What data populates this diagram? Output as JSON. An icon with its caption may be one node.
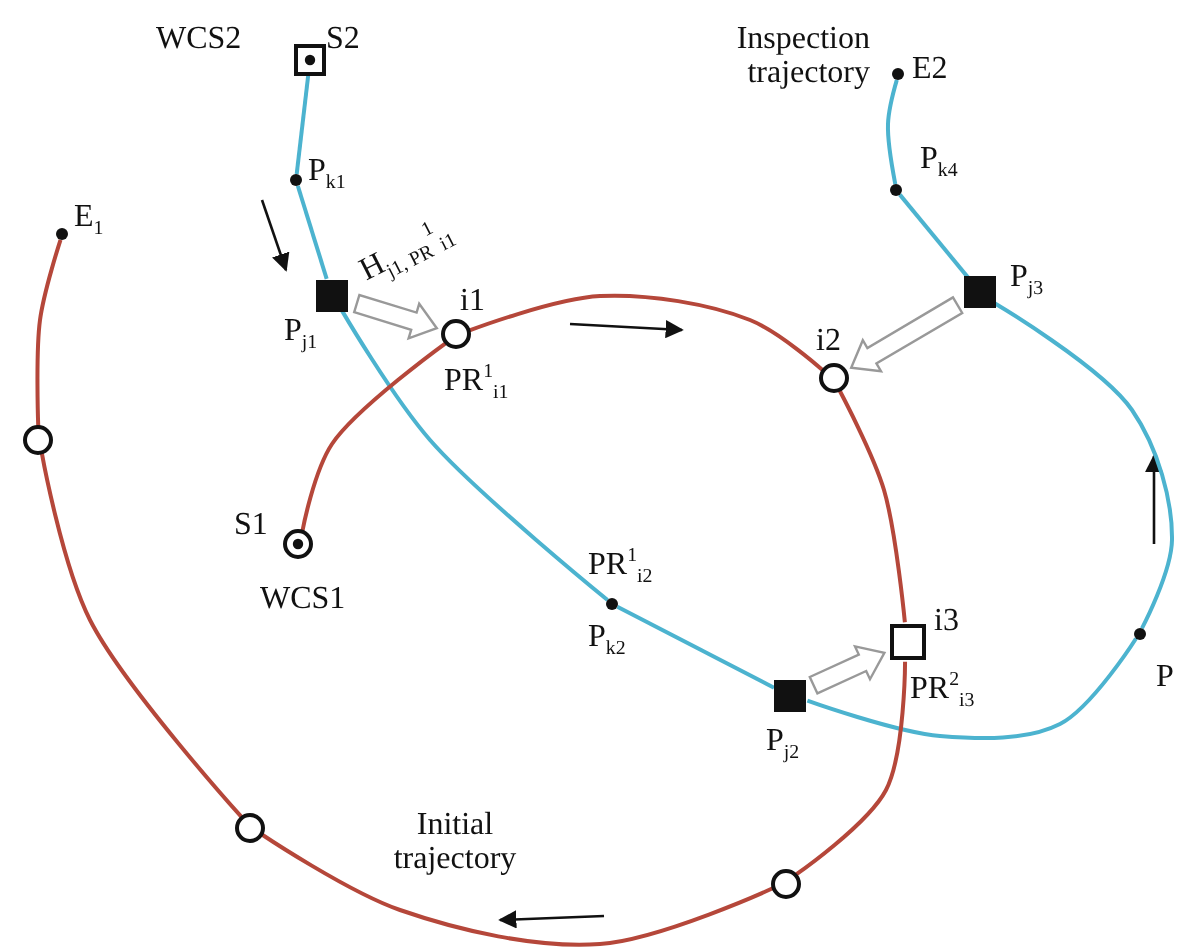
{
  "diagram": {
    "nodes": [
      {
        "text": [
          "WCS2",
          "S2"
        ]
      },
      {
        "text": [
          "P$_{k1}$"
        ]
      },
      {
        "text": [
          "P$_{j1}$"
        ]
      },
      {
        "text": [
          "i1",
          "PR$^{1}$$_{i1}$"
        ]
      },
      {
        "text": [
          "i2"
        ]
      },
      {
        "text": [
          "P$_{j3}$"
        ]
      },
      {
        "text": [
          "P$_{k4}$"
        ]
      },
      {
        "text": [
          "E2"
        ]
      },
      {
        "text": [
          "S1",
          "WCS1"
        ]
      },
      {
        "text": [
          "P$_{k2}$"
        ]
      },
      {
        "text": [
          "P$_{j2}$"
        ]
      },
      {
        "text": [
          "i3",
          "PR$^{2}$$_{i3}$"
        ]
      },
      {
        "text": [
          "P"
        ]
      },
      {
        "text": [
          "E$_{1}$"
        ]
      },
      {
        "text": [],
        "shape": "circle"
      },
      {
        "text": [],
        "shape": "circle"
      },
      {
        "text": [],
        "shape": "circle"
      }
    ],
    "edges": [
      {
        "from": 0,
        "to": 1,
        "arrow": "none"
      },
      {
        "from": 1,
        "to": 2,
        "arrow": "none"
      },
      {
        "from": 2,
        "to": 9,
        "arrow": "none"
      },
      {
        "from": 9,
        "to": 10,
        "arrow": "none"
      },
      {
        "from": 10,
        "to": 12,
        "arrow": "none"
      },
      {
        "from": 12,
        "to": 5,
        "arrow": "none"
      },
      {
        "from": 5,
        "to": 6,
        "arrow": "none"
      },
      {
        "from": 6,
        "to": 7,
        "arrow": "none"
      },
      {
        "from": 8,
        "to": 3,
        "arrow": "none",
        "color": "#b5473a"
      },
      {
        "from": 3,
        "to": 4,
        "arrow": "none",
        "color": "#b5473a"
      },
      {
        "from": 4,
        "to": 11,
        "arrow": "none",
        "color": "#b5473a"
      },
      {
        "from": 11,
        "to": 16,
        "arrow": "none",
        "color": "#b5473a"
      },
      {
        "from": 16,
        "to": 15,
        "arrow": "none",
        "color": "#b5473a"
      },
      {
        "from": 15,
        "to": 14,
        "arrow": "none",
        "color": "#b5473a"
      },
      {
        "from": 14,
        "to": 13,
        "arrow": "none",
        "color": "#b5473a"
      },
      {
        "from": 2,
        "to": 3,
        "arrow": "to",
        "label": "H$_{j1, PR}$$^{1}$$_{i1}$",
        "style": "thick",
        "color": "#999999"
      },
      {
        "from": 5,
        "to": 4,
        "arrow": "to",
        "style": "thick",
        "color": "#999999"
      },
      {
        "from": 10,
        "to": 11,
        "arrow": "to",
        "style": "thick",
        "color": "#999999"
      }
    ],
    "labels": [
      "Inspection trajectory",
      "PR$^{1}$$_{i2}$",
      "Initial trajectory"
    ]
  }
}
